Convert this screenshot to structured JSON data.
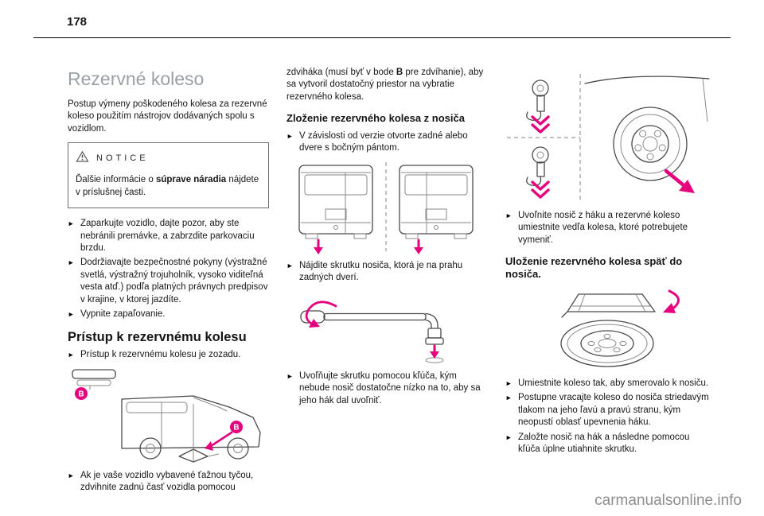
{
  "page": {
    "number": "178",
    "watermark": "carmanualsonline.info"
  },
  "ui": {
    "bullet": "►"
  },
  "labels": {
    "b": "B"
  },
  "colors": {
    "accent": "#e6007e"
  },
  "col1": {
    "title": "Rezervné koleso",
    "intro": "Postup výmeny poškodeného kolesa za rezervné koleso použitím nástrojov dodávaných spolu s vozidlom.",
    "notice": {
      "title": "NOTICE",
      "text_before": "Ďalšie informácie o ",
      "text_bold": "súprave náradia",
      "text_after": " nájdete v príslušnej časti."
    },
    "bullets": [
      "Zaparkujte vozidlo, dajte pozor, aby ste nebránili premávke, a zabrzdite parkovaciu brzdu.",
      "Dodržiavajte bezpečnostné pokyny (výstražné svetlá, výstražný trojuholník, vysoko viditeľná vesta atď.) podľa platných právnych predpisov v krajine, v ktorej jazdíte.",
      "Vypnite zapaľovanie."
    ],
    "section_heading": "Prístup k rezervnému kolesu",
    "access_bullet": "Prístup k rezervnému kolesu je zozadu.",
    "tow_bullet": "Ak je vaše vozidlo vybavené ťažnou tyčou, zdvihnite zadnú časť vozidla pomocou"
  },
  "col2": {
    "continuation": {
      "before": "zdviháka (musí byť v bode ",
      "bold": "B",
      "after": " pre zdvíhanie), aby sa vytvoril dostatočný priestor na vybratie rezervného kolesa."
    },
    "heading": "Zloženie rezervného kolesa z nosiča",
    "bullets": [
      "V závislosti od verzie otvorte zadné alebo dvere s bočným pántom.",
      "Nájdite skrutku nosiča, ktorá je na prahu zadných dverí.",
      "Uvoľňujte skrutku pomocou kľúča, kým nebude nosič dostatočne nízko na to, aby sa jeho hák dal uvoľniť."
    ]
  },
  "col3": {
    "release_bullet": "Uvoľnite nosič z háku a rezervné koleso umiestnite vedľa kolesa, ktoré potrebujete vymeniť.",
    "heading": "Uloženie rezervného kolesa späť do nosiča.",
    "bullets": [
      "Umiestnite koleso tak, aby smerovalo k nosiču.",
      "Postupne vracajte koleso do nosiča striedavým tlakom na jeho ľavú a pravú stranu, kým neopustí oblasť upevnenia háku.",
      "Založte nosič na hák a následne pomocou kľúča úplne utiahnite skrutku."
    ]
  }
}
